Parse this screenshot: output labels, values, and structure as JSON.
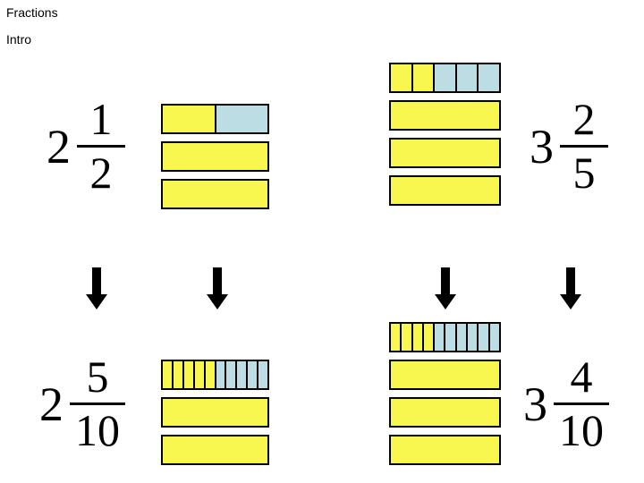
{
  "header": {
    "title": "Fractions",
    "subtitle": "Intro"
  },
  "colors": {
    "filled": "#F7F74F",
    "unfilled": "#BCDDE3",
    "outline": "#000000",
    "background": "#FFFFFF",
    "text": "#000000"
  },
  "groups": [
    {
      "id": "top-left",
      "label": "two-and-one-half",
      "mixed_number": {
        "whole": "2",
        "numerator": "1",
        "denominator": "2"
      },
      "bars": [
        {
          "segments": 2,
          "filled": 1
        },
        {
          "segments": 1,
          "filled": 1
        },
        {
          "segments": 1,
          "filled": 1
        }
      ]
    },
    {
      "id": "top-right",
      "label": "three-and-two-fifths",
      "mixed_number": {
        "whole": "3",
        "numerator": "2",
        "denominator": "5"
      },
      "bars": [
        {
          "segments": 5,
          "filled": 2
        },
        {
          "segments": 1,
          "filled": 1
        },
        {
          "segments": 1,
          "filled": 1
        },
        {
          "segments": 1,
          "filled": 1
        }
      ]
    },
    {
      "id": "bottom-left",
      "label": "two-and-five-tenths",
      "mixed_number": {
        "whole": "2",
        "numerator": "5",
        "denominator": "10"
      },
      "bars": [
        {
          "segments": 10,
          "filled": 5
        },
        {
          "segments": 1,
          "filled": 1
        },
        {
          "segments": 1,
          "filled": 1
        }
      ]
    },
    {
      "id": "bottom-right",
      "label": "three-and-four-tenths",
      "mixed_number": {
        "whole": "3",
        "numerator": "4",
        "denominator": "10"
      },
      "bars": [
        {
          "segments": 10,
          "filled": 4
        },
        {
          "segments": 1,
          "filled": 1
        },
        {
          "segments": 1,
          "filled": 1
        },
        {
          "segments": 1,
          "filled": 1
        }
      ]
    }
  ],
  "arrows": [
    {
      "id": "arrow-left-number",
      "direction": "down"
    },
    {
      "id": "arrow-left-bars",
      "direction": "down"
    },
    {
      "id": "arrow-right-bars",
      "direction": "down"
    },
    {
      "id": "arrow-right-number",
      "direction": "down"
    }
  ]
}
